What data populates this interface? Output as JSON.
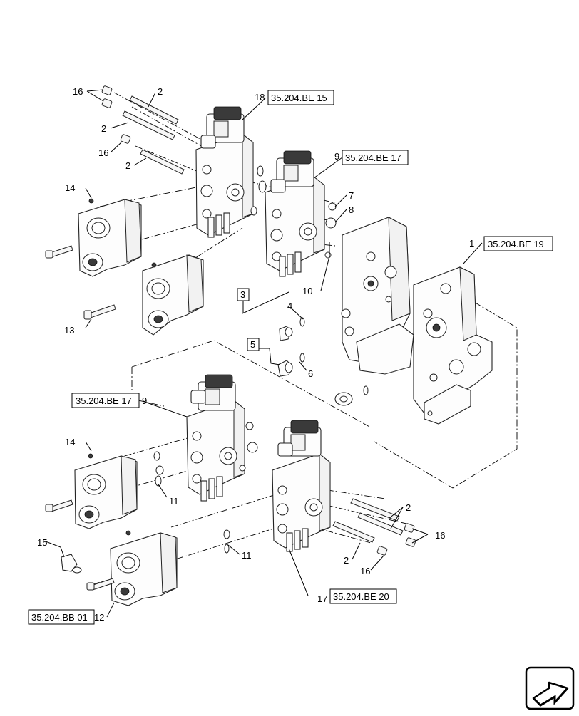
{
  "callouts": {
    "c1": "1",
    "c2a": "2",
    "c2b": "2",
    "c2c": "2",
    "c2d": "2",
    "c2e": "2",
    "c3": "3",
    "c4": "4",
    "c5": "5",
    "c6": "6",
    "c7": "7",
    "c8": "8",
    "c9a": "9",
    "c9b": "9",
    "c10": "10",
    "c11a": "11",
    "c11b": "11",
    "c12": "12",
    "c13": "13",
    "c14a": "14",
    "c14b": "14",
    "c15": "15",
    "c16a": "16",
    "c16b": "16",
    "c16c": "16",
    "c16d": "16",
    "c17": "17",
    "c18": "18"
  },
  "refs": {
    "r18": "35.204.BE 15",
    "r9a": "35.204.BE 17",
    "r1": "35.204.BE 19",
    "r9b": "35.204.BE 17",
    "r17": "35.204.BE 20",
    "r12": "35.204.BB 01"
  },
  "icons": {
    "nav": "next-page-arrow-icon"
  }
}
